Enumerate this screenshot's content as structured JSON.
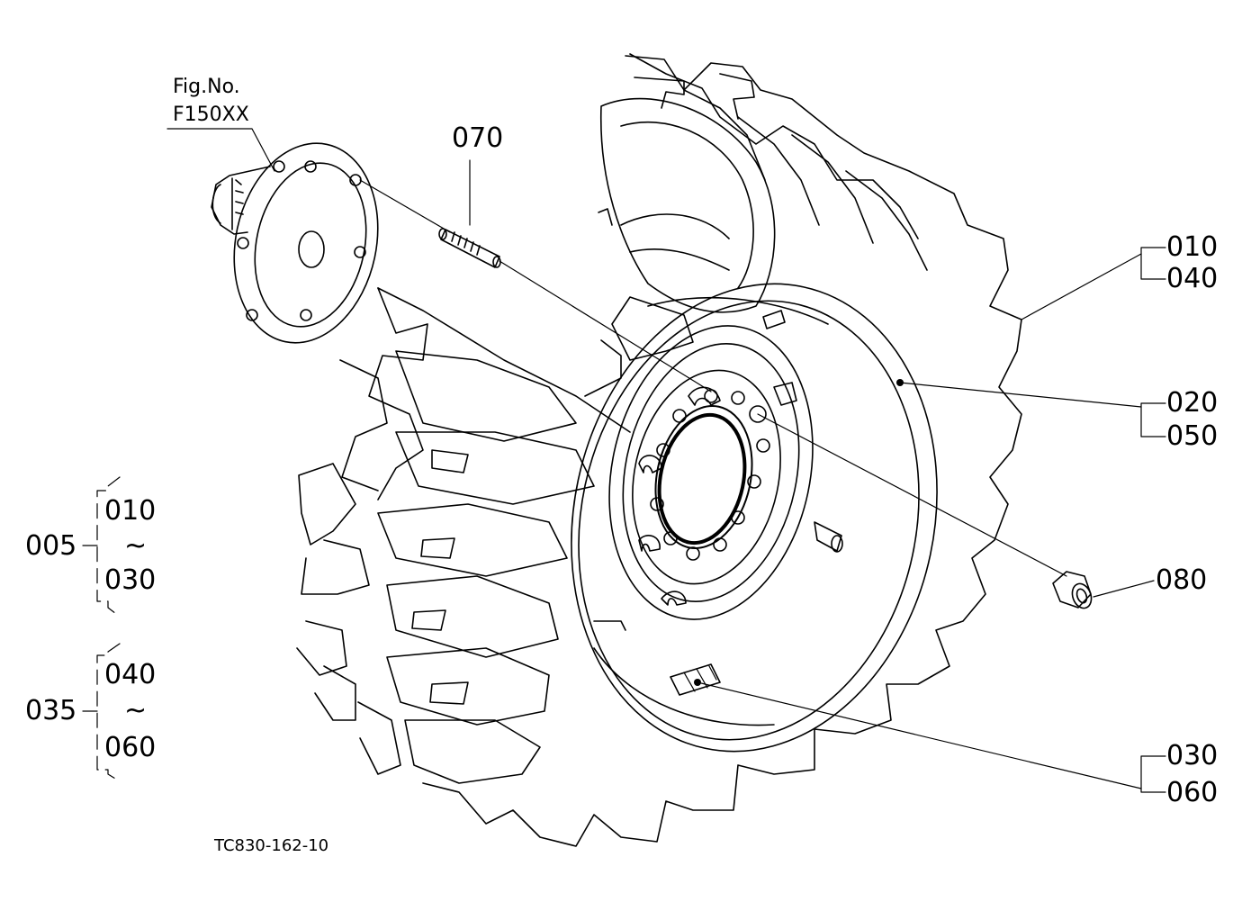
{
  "figure": {
    "fig_no_label": "Fig.No.",
    "fig_no_value": "F150XX",
    "drawing_code": "TC830-162-10"
  },
  "callouts": {
    "c070": "070",
    "c010": "010",
    "c040": "040",
    "c020": "020",
    "c050": "050",
    "c080": "080",
    "c030": "030",
    "c060": "060"
  },
  "assemblies": {
    "a005": {
      "code": "005",
      "from": "010",
      "tilde": "~",
      "to": "030"
    },
    "a035": {
      "code": "035",
      "from": "040",
      "tilde": "~",
      "to": "060"
    }
  },
  "colors": {
    "line": "#000000",
    "background": "#ffffff"
  }
}
